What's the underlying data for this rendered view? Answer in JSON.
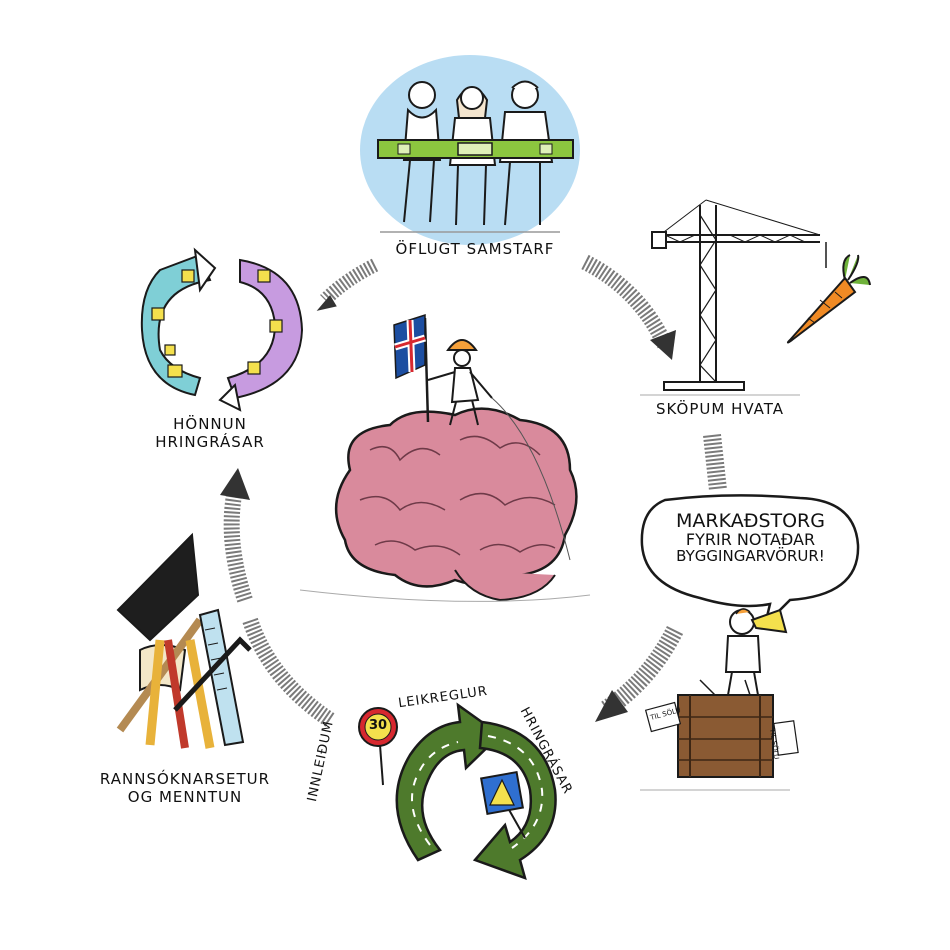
{
  "labels": {
    "collaboration": "Öflugt samstarf",
    "incentives": "Sköpum hvata",
    "design_line1": "Hönnun",
    "design_line2": "hringrásar",
    "research_line1": "Rannsóknarsetur",
    "research_line2": "og menntun",
    "rules_left": "Innleiðum",
    "rules_top": "leikreglur",
    "rules_right": "hringrásar",
    "speed_sign": "30"
  },
  "speech_bubble": {
    "line1": "Markaðstorg",
    "line2": "fyrir notaðar",
    "line3": "byggingarvörur!"
  },
  "crate_signs": {
    "left": "Til sölu",
    "right": "Til sölu"
  },
  "colors": {
    "outline": "#1a1a1a",
    "level_green": "#8cc63f",
    "sky_blue": "#a8d4f0",
    "brain_pink": "#d98a9c",
    "building_teal": "#7fcfd6",
    "building_purple": "#c79be0",
    "road_green": "#4e7a2c",
    "carrot_orange": "#f08a24",
    "helmet_orange": "#f5a03a",
    "flag_blue": "#1c4ea1",
    "flag_red": "#d7282f",
    "crate_brown": "#8a5a33",
    "ruler_blue": "#bfe1ef",
    "pencil_red": "#c0392b",
    "pencil_yellow": "#e8b23a"
  }
}
